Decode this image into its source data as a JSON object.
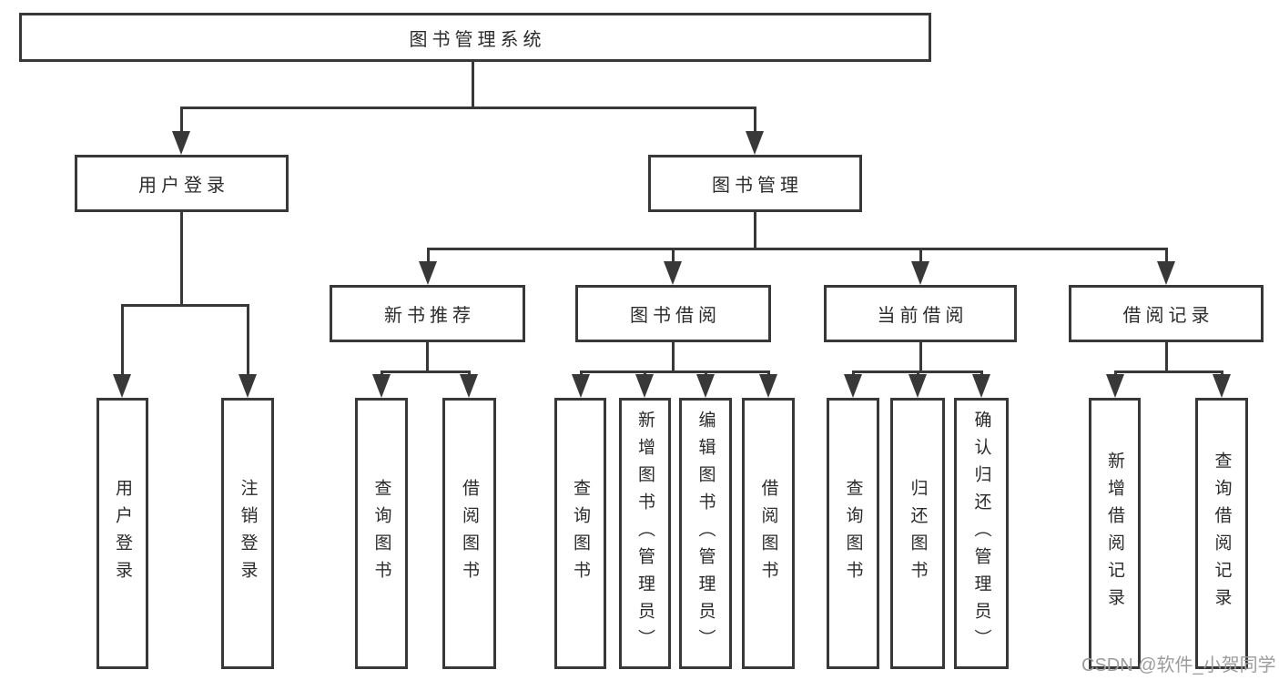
{
  "tree": {
    "label": "图书管理系统",
    "children": [
      {
        "label": "用户登录",
        "children": [
          {
            "label": "用户登录"
          },
          {
            "label": "注销登录"
          }
        ]
      },
      {
        "label": "图书管理",
        "children": [
          {
            "label": "新书推荐",
            "children": [
              {
                "label": "查询图书"
              },
              {
                "label": "借阅图书"
              }
            ]
          },
          {
            "label": "图书借阅",
            "children": [
              {
                "label": "查询图书"
              },
              {
                "label": "新增图书（管理员）"
              },
              {
                "label": "编辑图书（管理员）"
              },
              {
                "label": "借阅图书"
              }
            ]
          },
          {
            "label": "当前借阅",
            "children": [
              {
                "label": "查询图书"
              },
              {
                "label": "归还图书"
              },
              {
                "label": "确认归还（管理员）"
              }
            ]
          },
          {
            "label": "借阅记录",
            "children": [
              {
                "label": "新增借阅记录"
              },
              {
                "label": "查询借阅记录"
              }
            ]
          }
        ]
      }
    ]
  },
  "watermark": {
    "text": "CSDN @软件_小贺同学"
  },
  "colors": {
    "line": "#383838",
    "text": "#2b2b2b",
    "watermark": "#9c9c9c",
    "background": "#ffffff"
  }
}
